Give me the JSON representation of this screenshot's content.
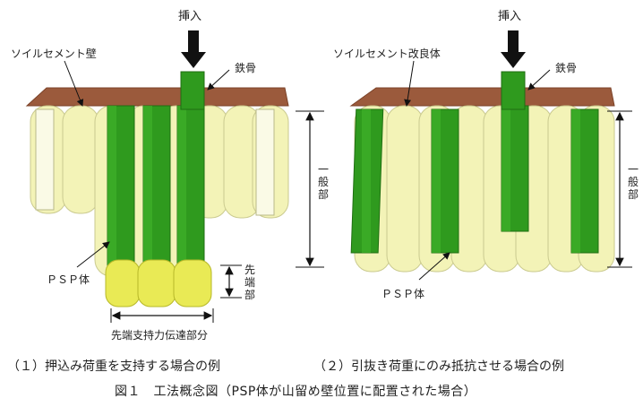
{
  "left_panel": {
    "insert_label": "挿入",
    "wall_label": "ソイルセメント壁",
    "steel_label": "鉄骨",
    "psp_label": "ＰＳＰ体",
    "general_part_chars": [
      "一",
      "般",
      "部"
    ],
    "tip_part_chars": [
      "先",
      "端",
      "部"
    ],
    "tip_transfer_label": "先端支持力伝達部分",
    "caption": "（１）押込み荷重を支持する場合の例"
  },
  "right_panel": {
    "insert_label": "挿入",
    "wall_label": "ソイルセメント改良体",
    "steel_label": "鉄骨",
    "psp_label": "ＰＳＰ体",
    "general_part_chars": [
      "一",
      "般",
      "部"
    ],
    "caption": "（２）引抜き荷重にのみ抵抗させる場合の例"
  },
  "figure_title": "図１　工法概念図（PSP体が山留め壁位置に配置された場合）",
  "colors": {
    "soil_top": "#9b5a3c",
    "cement_column": "#f3f3b4",
    "cement_column_stroke": "#c8c88a",
    "steel": "#2f9a1e",
    "steel_dark": "#1f6e12",
    "tip_yellow": "#e9ea55"
  }
}
